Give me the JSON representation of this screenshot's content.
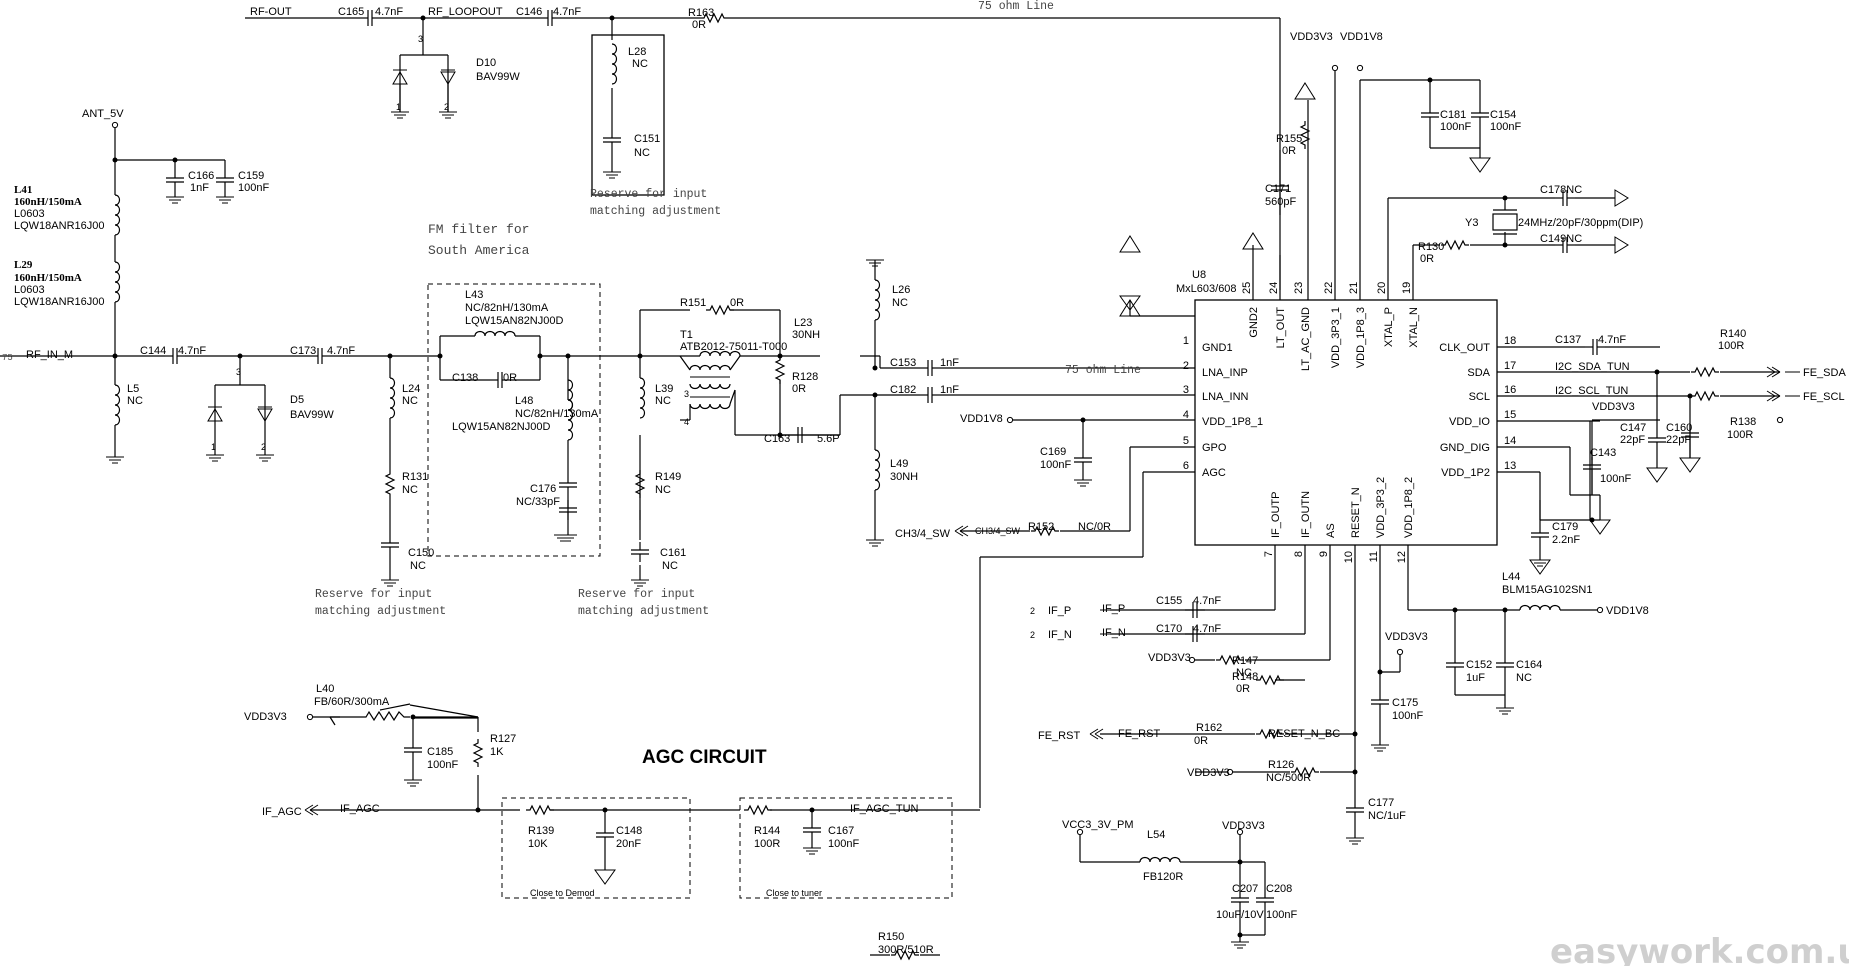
{
  "ic": {
    "refdes": "U8",
    "part": "MxL603/608",
    "pins_left": [
      {
        "num": "1",
        "name": "GND1"
      },
      {
        "num": "2",
        "name": "LNA_INP"
      },
      {
        "num": "3",
        "name": "LNA_INN"
      },
      {
        "num": "4",
        "name": "VDD_1P8_1"
      },
      {
        "num": "5",
        "name": "GPO"
      },
      {
        "num": "6",
        "name": "AGC"
      }
    ],
    "pins_right": [
      {
        "num": "18",
        "name": "CLK_OUT"
      },
      {
        "num": "17",
        "name": "SDA"
      },
      {
        "num": "16",
        "name": "SCL"
      },
      {
        "num": "15",
        "name": "VDD_IO"
      },
      {
        "num": "14",
        "name": "GND_DIG"
      },
      {
        "num": "13",
        "name": "VDD_1P2"
      }
    ],
    "pins_top": [
      {
        "num": "25",
        "name": "GND2"
      },
      {
        "num": "24",
        "name": "LT_OUT"
      },
      {
        "num": "23",
        "name": "LT_AC_GND"
      },
      {
        "num": "22",
        "name": "VDD_3P3_1"
      },
      {
        "num": "21",
        "name": "VDD_1P8_3"
      },
      {
        "num": "20",
        "name": "XTAL_P"
      },
      {
        "num": "19",
        "name": "XTAL_N"
      }
    ],
    "pins_bottom": [
      {
        "num": "7",
        "name": "IF_OUTP"
      },
      {
        "num": "8",
        "name": "IF_OUTN"
      },
      {
        "num": "9",
        "name": "AS"
      },
      {
        "num": "10",
        "name": "RESET_N"
      },
      {
        "num": "11",
        "name": "VDD_3P3_2"
      },
      {
        "num": "12",
        "name": "VDD_1P8_2"
      }
    ]
  },
  "labels": [
    {
      "id": "c165",
      "text": "C165"
    },
    {
      "id": "c165v",
      "text": "4.7nF"
    },
    {
      "id": "rfout",
      "text": "RF-OUT"
    },
    {
      "id": "rfloop",
      "text": "RF_LOOPOUT"
    },
    {
      "id": "c146",
      "text": "C146"
    },
    {
      "id": "c146v",
      "text": "4.7nF"
    },
    {
      "id": "r163",
      "text": "R163"
    },
    {
      "id": "r163v",
      "text": "0R"
    },
    {
      "id": "line75a",
      "text": "75 ohm Line"
    },
    {
      "id": "pin3a",
      "text": "3"
    },
    {
      "id": "pin1a",
      "text": "1"
    },
    {
      "id": "pin2a",
      "text": "2"
    },
    {
      "id": "d10",
      "text": "D10"
    },
    {
      "id": "d10v",
      "text": "BAV99W"
    },
    {
      "id": "l28",
      "text": "L28"
    },
    {
      "id": "l28v",
      "text": "NC"
    },
    {
      "id": "c151",
      "text": "C151"
    },
    {
      "id": "c151v",
      "text": "NC"
    },
    {
      "id": "res1a",
      "text": "Reserve for input"
    },
    {
      "id": "res1b",
      "text": "matching adjustment"
    },
    {
      "id": "ant",
      "text": "ANT_5V"
    },
    {
      "id": "c166",
      "text": "C166"
    },
    {
      "id": "c166v",
      "text": "1nF"
    },
    {
      "id": "c159",
      "text": "C159"
    },
    {
      "id": "c159v",
      "text": "100nF"
    },
    {
      "id": "l41",
      "text": "L41"
    },
    {
      "id": "l41a",
      "text": "160nH/150mA"
    },
    {
      "id": "l41b",
      "text": "L0603"
    },
    {
      "id": "l41c",
      "text": "LQW18ANR16J00"
    },
    {
      "id": "l29",
      "text": "L29"
    },
    {
      "id": "l29a",
      "text": "160nH/150mA"
    },
    {
      "id": "l29b",
      "text": "L0603"
    },
    {
      "id": "l29c",
      "text": "LQW18ANR16J00"
    },
    {
      "id": "fm1",
      "text": "FM filter for"
    },
    {
      "id": "fm2",
      "text": "South America"
    },
    {
      "id": "line75b",
      "text": "75"
    },
    {
      "id": "rfin",
      "text": "RF_IN_M"
    },
    {
      "id": "c144",
      "text": "C144"
    },
    {
      "id": "c144v",
      "text": "4.7nF"
    },
    {
      "id": "c173",
      "text": "C173"
    },
    {
      "id": "c173v",
      "text": "4.7nF"
    },
    {
      "id": "pin3b",
      "text": "3"
    },
    {
      "id": "pin1b",
      "text": "1"
    },
    {
      "id": "pin2b",
      "text": "2"
    },
    {
      "id": "d5",
      "text": "D5"
    },
    {
      "id": "d5v",
      "text": "BAV99W"
    },
    {
      "id": "l5",
      "text": "L5"
    },
    {
      "id": "l5v",
      "text": "NC"
    },
    {
      "id": "l24",
      "text": "L24"
    },
    {
      "id": "l24v",
      "text": "NC"
    },
    {
      "id": "r131",
      "text": "R131"
    },
    {
      "id": "r131v",
      "text": "NC"
    },
    {
      "id": "c150",
      "text": "C150"
    },
    {
      "id": "c150v",
      "text": "NC"
    },
    {
      "id": "l43",
      "text": "L43"
    },
    {
      "id": "l43a",
      "text": "NC/82nH/130mA"
    },
    {
      "id": "l43b",
      "text": "LQW15AN82NJ00D"
    },
    {
      "id": "c138",
      "text": "C138"
    },
    {
      "id": "c138v",
      "text": "0R"
    },
    {
      "id": "l48",
      "text": "L48"
    },
    {
      "id": "l48a",
      "text": "NC/82nH/130mA"
    },
    {
      "id": "l48b",
      "text": "LQW15AN82NJ00D"
    },
    {
      "id": "c176",
      "text": "C176"
    },
    {
      "id": "c176v",
      "text": "NC/33pF"
    },
    {
      "id": "res2a",
      "text": "Reserve for input"
    },
    {
      "id": "res2b",
      "text": "matching adjustment"
    },
    {
      "id": "res3a",
      "text": "Reserve for input"
    },
    {
      "id": "res3b",
      "text": "matching adjustment"
    },
    {
      "id": "r151",
      "text": "R151"
    },
    {
      "id": "r151v",
      "text": "0R"
    },
    {
      "id": "t1",
      "text": "T1"
    },
    {
      "id": "t1v",
      "text": "ATB2012-75011-T000"
    },
    {
      "id": "l23",
      "text": "L23"
    },
    {
      "id": "l23v",
      "text": "30NH"
    },
    {
      "id": "r128",
      "text": "R128"
    },
    {
      "id": "r128v",
      "text": "0R"
    },
    {
      "id": "c163",
      "text": "C163"
    },
    {
      "id": "c163v",
      "text": "5.6P"
    },
    {
      "id": "l39",
      "text": "L39"
    },
    {
      "id": "l39v",
      "text": "NC"
    },
    {
      "id": "r149",
      "text": "R149"
    },
    {
      "id": "r149v",
      "text": "NC"
    },
    {
      "id": "c161",
      "text": "C161"
    },
    {
      "id": "c161v",
      "text": "NC"
    },
    {
      "id": "t1p3",
      "text": "3"
    },
    {
      "id": "t1p4",
      "text": "4"
    },
    {
      "id": "l26",
      "text": "L26"
    },
    {
      "id": "l26v",
      "text": "NC"
    },
    {
      "id": "c153",
      "text": "C153"
    },
    {
      "id": "c153v",
      "text": "1nF"
    },
    {
      "id": "c182",
      "text": "C182"
    },
    {
      "id": "c182v",
      "text": "1nF"
    },
    {
      "id": "line75c",
      "text": "75 ohm Line"
    },
    {
      "id": "l49",
      "text": "L49"
    },
    {
      "id": "l49v",
      "text": "30NH"
    },
    {
      "id": "vdd1v8a",
      "text": "VDD1V8"
    },
    {
      "id": "c169",
      "text": "C169"
    },
    {
      "id": "c169v",
      "text": "100nF"
    },
    {
      "id": "ch34a",
      "text": "CH3/4_SW"
    },
    {
      "id": "ch34b",
      "text": "CH3/4_SW"
    },
    {
      "id": "r152",
      "text": "R152"
    },
    {
      "id": "r152v",
      "text": "NC/0R"
    },
    {
      "id": "vdd3v3a",
      "text": "VDD3V3"
    },
    {
      "id": "vdd1v8b",
      "text": "VDD1V8"
    },
    {
      "id": "r155",
      "text": "R155"
    },
    {
      "id": "r155v",
      "text": "0R"
    },
    {
      "id": "c171",
      "text": "C171"
    },
    {
      "id": "c171v",
      "text": "560pF"
    },
    {
      "id": "c181",
      "text": "C181"
    },
    {
      "id": "c181v",
      "text": "100nF"
    },
    {
      "id": "c154",
      "text": "C154"
    },
    {
      "id": "c154v",
      "text": "100nF"
    },
    {
      "id": "c178",
      "text": "C178NC"
    },
    {
      "id": "y3",
      "text": "Y3"
    },
    {
      "id": "y3v",
      "text": "24MHz/20pF/30ppm(DIP)"
    },
    {
      "id": "r130",
      "text": "R130"
    },
    {
      "id": "r130v",
      "text": "0R"
    },
    {
      "id": "c149",
      "text": "C149NC"
    },
    {
      "id": "c137",
      "text": "C137"
    },
    {
      "id": "c137v",
      "text": "4.7nF"
    },
    {
      "id": "r140",
      "text": "R140"
    },
    {
      "id": "r140v",
      "text": "100R"
    },
    {
      "id": "sdatun",
      "text": "I2C_SDA_TUN"
    },
    {
      "id": "scltun",
      "text": "I2C_SCL_TUN"
    },
    {
      "id": "fesda",
      "text": "FE_SDA"
    },
    {
      "id": "fescl",
      "text": "FE_SCL"
    },
    {
      "id": "vdd3v3b",
      "text": "VDD3V3"
    },
    {
      "id": "c147",
      "text": "C147"
    },
    {
      "id": "c147v",
      "text": "22pF"
    },
    {
      "id": "c160",
      "text": "C160"
    },
    {
      "id": "c160v",
      "text": "22pF"
    },
    {
      "id": "c143",
      "text": "C143"
    },
    {
      "id": "c143v",
      "text": "100nF"
    },
    {
      "id": "r138",
      "text": "R138"
    },
    {
      "id": "r138v",
      "text": "100R"
    },
    {
      "id": "c179",
      "text": "C179"
    },
    {
      "id": "c179v",
      "text": "2.2nF"
    },
    {
      "id": "l44",
      "text": "L44"
    },
    {
      "id": "l44v",
      "text": "BLM15AG102SN1"
    },
    {
      "id": "vdd1v8c",
      "text": "VDD1V8"
    },
    {
      "id": "c152",
      "text": "C152"
    },
    {
      "id": "c152v",
      "text": "1uF"
    },
    {
      "id": "c164",
      "text": "C164"
    },
    {
      "id": "c164v",
      "text": "NC"
    },
    {
      "id": "ifp2",
      "text": "2"
    },
    {
      "id": "ifp",
      "text": "IF_P"
    },
    {
      "id": "ifp_n",
      "text": "IF_P"
    },
    {
      "id": "ifn2",
      "text": "2"
    },
    {
      "id": "ifn",
      "text": "IF_N"
    },
    {
      "id": "ifn_n",
      "text": "IF_N"
    },
    {
      "id": "c155",
      "text": "C155"
    },
    {
      "id": "c155v",
      "text": "4.7nF"
    },
    {
      "id": "c170",
      "text": "C170"
    },
    {
      "id": "c170v",
      "text": "4.7nF"
    },
    {
      "id": "vdd3v3c",
      "text": "VDD3V3"
    },
    {
      "id": "r147",
      "text": "R147"
    },
    {
      "id": "r147v",
      "text": "NC"
    },
    {
      "id": "r148",
      "text": "R148"
    },
    {
      "id": "r148v",
      "text": "0R"
    },
    {
      "id": "vdd3v3d",
      "text": "VDD3V3"
    },
    {
      "id": "c175",
      "text": "C175"
    },
    {
      "id": "c175v",
      "text": "100nF"
    },
    {
      "id": "ferst",
      "text": "FE_RST"
    },
    {
      "id": "ferst_n",
      "text": "FE_RST"
    },
    {
      "id": "r162",
      "text": "R162"
    },
    {
      "id": "r162v",
      "text": "0R"
    },
    {
      "id": "resetbc",
      "text": "RESET_N_BC"
    },
    {
      "id": "vdd3v3e",
      "text": "VDD3V3"
    },
    {
      "id": "r126",
      "text": "R126"
    },
    {
      "id": "r126v",
      "text": "NC/500R"
    },
    {
      "id": "c177",
      "text": "C177"
    },
    {
      "id": "c177v",
      "text": "NC/1uF"
    },
    {
      "id": "l40",
      "text": "L40"
    },
    {
      "id": "l40v",
      "text": "FB/60R/300mA"
    },
    {
      "id": "vdd3v3f",
      "text": "VDD3V3"
    },
    {
      "id": "r127",
      "text": "R127"
    },
    {
      "id": "r127v",
      "text": "1K"
    },
    {
      "id": "c185",
      "text": "C185"
    },
    {
      "id": "c185v",
      "text": "100nF"
    },
    {
      "id": "agc",
      "text": "AGC CIRCUIT"
    },
    {
      "id": "ifagc",
      "text": "IF_AGC"
    },
    {
      "id": "ifagc_n",
      "text": "IF_AGC"
    },
    {
      "id": "r139",
      "text": "R139"
    },
    {
      "id": "r139v",
      "text": "10K"
    },
    {
      "id": "c148",
      "text": "C148"
    },
    {
      "id": "c148v",
      "text": "20nF"
    },
    {
      "id": "closedemod",
      "text": "Close to Demod"
    },
    {
      "id": "ifagctun",
      "text": "IF_AGC_TUN"
    },
    {
      "id": "r144",
      "text": "R144"
    },
    {
      "id": "r144v",
      "text": "100R"
    },
    {
      "id": "c167",
      "text": "C167"
    },
    {
      "id": "c167v",
      "text": "100nF"
    },
    {
      "id": "closetuner",
      "text": "Close to tuner"
    },
    {
      "id": "vcc3",
      "text": "VCC3_3V_PM"
    },
    {
      "id": "l54",
      "text": "L54"
    },
    {
      "id": "l54v",
      "text": "FB120R"
    },
    {
      "id": "vdd3v3g",
      "text": "VDD3V3"
    },
    {
      "id": "c207",
      "text": "C207"
    },
    {
      "id": "c207v",
      "text": "10uF/10V"
    },
    {
      "id": "c208",
      "text": "C208"
    },
    {
      "id": "c208v",
      "text": "100nF"
    },
    {
      "id": "r150",
      "text": "R150"
    },
    {
      "id": "r150v",
      "text": "300R/510R"
    },
    {
      "id": "watermark",
      "text": "easywork.com.ua"
    }
  ]
}
